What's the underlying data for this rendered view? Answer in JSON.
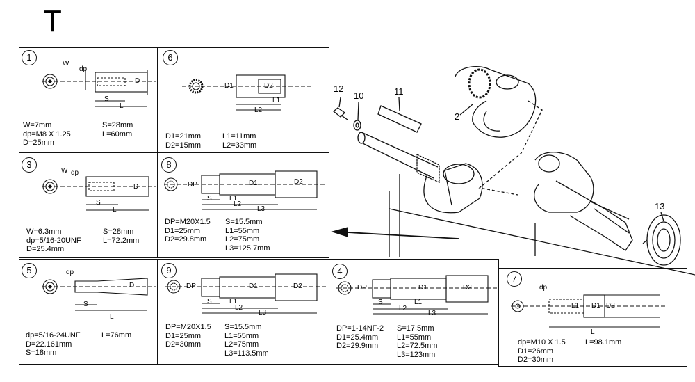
{
  "page_letter": "T",
  "callouts": {
    "c12": "12",
    "c10": "10",
    "c11": "11",
    "c2": "2",
    "c13": "13"
  },
  "panels": {
    "p1": {
      "num": "1",
      "dims": [
        "W",
        "dp",
        "S",
        "L",
        "D"
      ],
      "specs_left": [
        "W=7mm",
        "dp=M8 X 1.25",
        "D=25mm"
      ],
      "specs_right": [
        "S=28mm",
        "L=60mm"
      ]
    },
    "p6": {
      "num": "6",
      "dims": [
        "D1",
        "D2",
        "L1",
        "L2"
      ],
      "specs_left": [
        "D1=21mm",
        "D2=15mm"
      ],
      "specs_right": [
        "L1=11mm",
        "L2=33mm"
      ]
    },
    "p3": {
      "num": "3",
      "dims": [
        "W",
        "dp",
        "S",
        "L",
        "D"
      ],
      "specs_left": [
        "W=6.3mm",
        "dp=5/16-20UNF",
        "D=25.4mm"
      ],
      "specs_right": [
        "S=28mm",
        "L=72.2mm"
      ]
    },
    "p8": {
      "num": "8",
      "dims": [
        "DP",
        "D1",
        "D2",
        "S",
        "L1",
        "L2",
        "L3"
      ],
      "specs_left": [
        "DP=M20X1.5",
        "D1=25mm",
        "D2=29.8mm"
      ],
      "specs_right": [
        "S=15.5mm",
        "L1=55mm",
        "L2=75mm",
        "L3=125.7mm"
      ]
    },
    "p5": {
      "num": "5",
      "dims": [
        "dp",
        "S",
        "L",
        "D"
      ],
      "specs_left": [
        "dp=5/16-24UNF",
        "D=22.161mm",
        "S=18mm"
      ],
      "specs_right": [
        "L=76mm"
      ]
    },
    "p9": {
      "num": "9",
      "dims": [
        "DP",
        "D1",
        "D2",
        "S",
        "L1",
        "L2",
        "L3"
      ],
      "specs_left": [
        "DP=M20X1.5",
        "D1=25mm",
        "D2=30mm"
      ],
      "specs_right": [
        "S=15.5mm",
        "L1=55mm",
        "L2=75mm",
        "L3=113.5mm"
      ]
    },
    "p4": {
      "num": "4",
      "dims": [
        "DP",
        "D1",
        "D2",
        "S",
        "L1",
        "L2",
        "L3"
      ],
      "specs_left": [
        "DP=1-14NF-2",
        "D1=25.4mm",
        "D2=29.9mm"
      ],
      "specs_right": [
        "S=17.5mm",
        "L1=55mm",
        "L2=72.5mm",
        "L3=123mm"
      ]
    },
    "p7": {
      "num": "7",
      "dims": [
        "dp",
        "D1",
        "D2",
        "L1",
        "L"
      ],
      "specs_left": [
        "dp=M10 X 1.5",
        "D1=26mm",
        "D2=30mm"
      ],
      "specs_right": [
        "L=98.1mm"
      ]
    }
  }
}
